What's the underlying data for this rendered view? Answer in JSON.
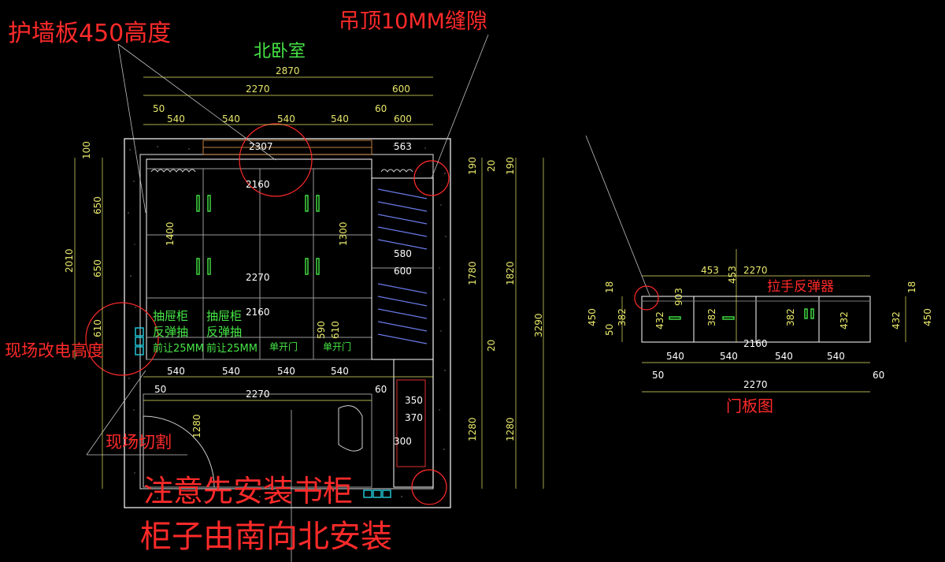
{
  "colors": {
    "background": "#000000",
    "annotation": "#ff2a2a",
    "dimension": "#e8e86a",
    "room_label": "#46e646",
    "outline": "#ffffff",
    "gray": "#9a9a9a",
    "outlet": "#22d0e0"
  },
  "annotations": {
    "wall_panel": "护墙板450高度",
    "ceiling_gap": "吊顶10MM缝隙",
    "room_name": "北卧室",
    "relocate_power": "现场改电高度",
    "site_cut": "现场切割",
    "note_line1": "注意先安装书柜",
    "note_line2": "柜子由南向北安装",
    "door_panel_title": "门板图",
    "handle_note": "拉手反弹器"
  },
  "cabinet_labels": {
    "drawer1_line1": "抽屉柜",
    "drawer1_line2": "反弹抽",
    "drawer1_line3": "前让25MM",
    "drawer2_line1": "抽屉柜",
    "drawer2_line2": "反弹抽",
    "drawer2_line3": "前让25MM",
    "single_door1": "单开门",
    "single_door2": "单开门"
  },
  "dims_plan": {
    "top_total": "2870",
    "top_left": "2270",
    "top_right": "600",
    "top_gap_left": "50",
    "top_gap_right": "60",
    "seg1": "540",
    "seg2": "540",
    "seg3": "540",
    "seg4": "540",
    "seg_right": "600",
    "rail_left": "2307",
    "rail_right": "563",
    "inner_top": "2160",
    "mid_width": "2270",
    "mid_2160": "2160",
    "bottom_seg1": "540",
    "bottom_seg2": "540",
    "bottom_seg3": "540",
    "bottom_seg4": "540",
    "bottom_gap": "50",
    "bottom_total": "2270",
    "bottom_gap_right": "60",
    "h_1400": "1400",
    "h_1300": "1300",
    "h_590": "590",
    "h_610_inner": "610",
    "shelf_580": "580",
    "shelf_600": "600",
    "desk_350": "350",
    "desk_370": "370",
    "desk_300": "300",
    "left_100": "100",
    "left_650a": "650",
    "left_650b": "650",
    "left_610": "610",
    "left_2010": "2010",
    "left_1280": "1280",
    "right_190a": "190",
    "right_20a": "20",
    "right_190b": "190",
    "right_1780": "1780",
    "right_1820": "1820",
    "right_20b": "20",
    "right_1280a": "1280",
    "right_1280b": "1280",
    "right_3290": "3290"
  },
  "dims_door": {
    "top_total": "2270",
    "h_453a": "453",
    "h_453b": "453",
    "h_903": "903",
    "h_18a": "18",
    "h_18b": "18",
    "h_450a": "450",
    "h_450b": "450",
    "h_50": "50",
    "h_382a": "382",
    "h_382b": "382",
    "h_382c": "382",
    "h_432a": "432",
    "h_432b": "432",
    "h_432c": "432",
    "inner_2160": "2160",
    "seg1": "540",
    "seg2": "540",
    "seg3": "540",
    "seg4": "540",
    "gap_50": "50",
    "gap_60": "60",
    "bottom_total": "2270"
  }
}
